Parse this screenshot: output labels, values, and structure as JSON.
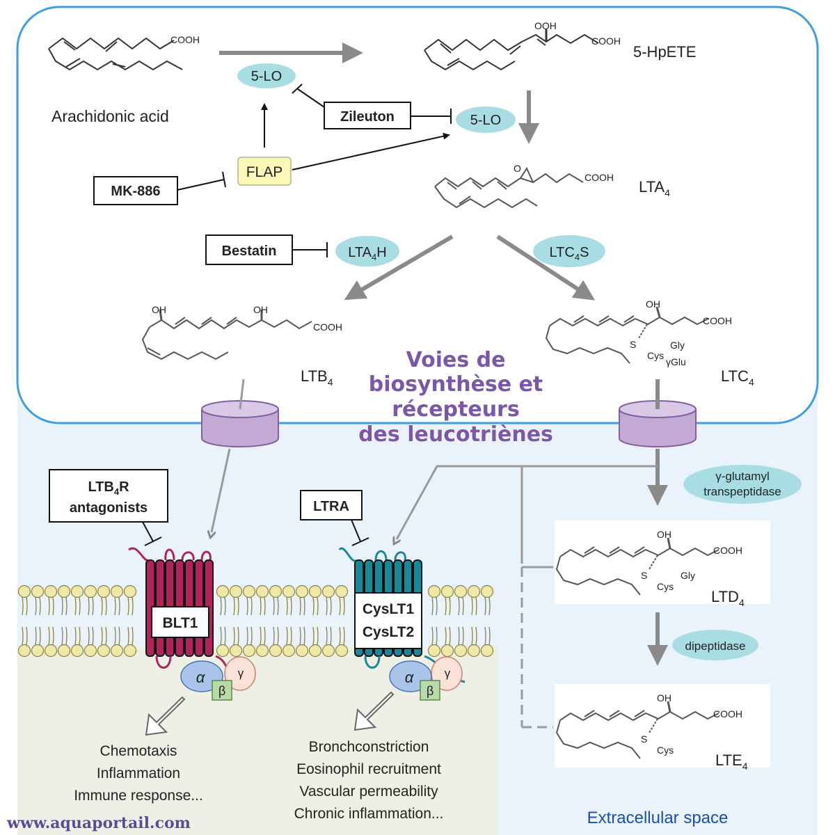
{
  "title": [
    "Voies de",
    "biosynthèse et",
    "récepteurs",
    "des leucotriènes"
  ],
  "watermark": "www.aquaportail.com",
  "region_label": "Extracellular space",
  "molecules": {
    "arachidonic": {
      "name": "Arachidonic acid",
      "cooh": "COOH"
    },
    "hpete": {
      "name": "5-HpETE",
      "ooh": "OOH",
      "cooh": "COOH"
    },
    "lta4": {
      "name": "LTA",
      "sub": "4",
      "epoxide_o": "O",
      "cooh": "COOH"
    },
    "ltb4": {
      "name": "LTB",
      "sub": "4",
      "oh": "OH",
      "cooh": "COOH"
    },
    "ltc4": {
      "name": "LTC",
      "sub": "4",
      "oh": "OH",
      "cooh": "COOH",
      "s": "S",
      "cys": "Cys",
      "gly": "Gly",
      "gglu": "γGlu"
    },
    "ltd4": {
      "name": "LTD",
      "sub": "4",
      "oh": "OH",
      "cooh": "COOH",
      "s": "S",
      "cys": "Cys",
      "gly": "Gly"
    },
    "lte4": {
      "name": "LTE",
      "sub": "4",
      "oh": "OH",
      "cooh": "COOH",
      "s": "S",
      "cys": "Cys"
    }
  },
  "enzymes": {
    "five_lo": "5-LO",
    "flap": "FLAP",
    "lta4h": {
      "base": "LTA",
      "sub": "4",
      "end": "H"
    },
    "ltc4s": {
      "base": "LTC",
      "sub": "4",
      "end": "S"
    },
    "ggt": [
      "γ-glutamyl",
      "transpeptidase"
    ],
    "dipeptidase": "dipeptidase"
  },
  "inhibitors": {
    "zileuton": "Zileuton",
    "mk886": "MK-886",
    "bestatin": "Bestatin",
    "ltb4r_antagonists": {
      "base": "LTB",
      "sub": "4",
      "end": "R",
      "line2": "antagonists"
    },
    "ltra": "LTRA"
  },
  "receptors": {
    "blt1": "BLT1",
    "cyslt1": "CysLT1",
    "cyslt2": "CysLT2",
    "g_alpha": "α",
    "g_beta": "β",
    "g_gamma": "γ"
  },
  "effects": {
    "blt1": [
      "Chemotaxis",
      "Inflammation",
      "Immune response..."
    ],
    "cyslt": [
      "Bronchconstriction",
      "Eosinophil recruitment",
      "Vascular permeability",
      "Chronic inflammation..."
    ]
  },
  "colors": {
    "cell_border": "#3b9fe0",
    "extracellular_bg": "#eaf3fb",
    "intracellular_bg": "#eef0e6",
    "enzyme_fill": "#a8dde3",
    "flap_fill": "#fbf7b6",
    "transporter": "#c2aad4",
    "blt1_color": "#b0245a",
    "cyslt_color": "#17899a",
    "lipid_head": "#efe9a9",
    "arrow_gray": "#8a8a8a"
  }
}
